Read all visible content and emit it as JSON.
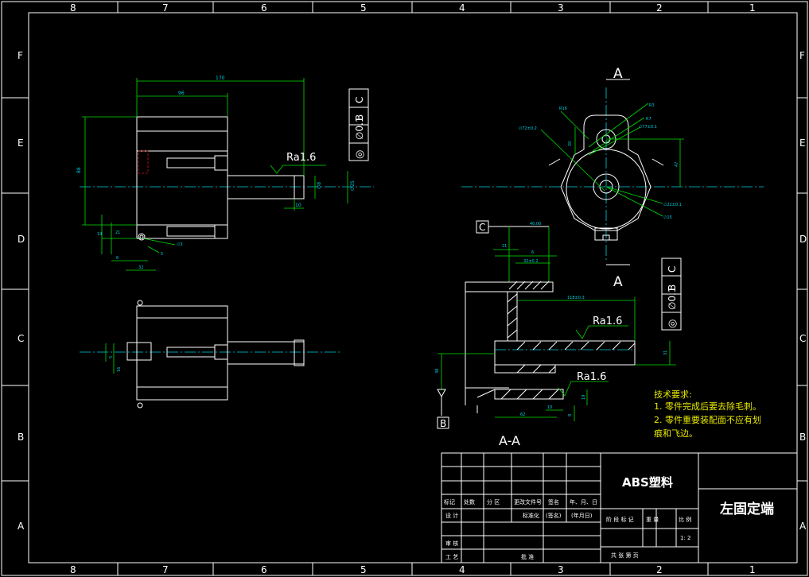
{
  "border": {
    "top_columns": [
      "8",
      "7",
      "6",
      "5",
      "4",
      "3",
      "2",
      "1"
    ],
    "bottom_columns": [
      "8",
      "7",
      "6",
      "5",
      "4",
      "3",
      "2",
      "1"
    ],
    "left_rows": [
      "F",
      "E",
      "D",
      "C",
      "B",
      "A"
    ],
    "right_rows": [
      "F",
      "E",
      "D",
      "C",
      "B",
      "A"
    ]
  },
  "front_view": {
    "dims": {
      "overall_length": "170",
      "body_length": "96",
      "height": "88",
      "roughness": "Ra1.6",
      "shaft_dia": "∅8",
      "shaft_end": "10",
      "small1": "∅25",
      "left_small1": "14",
      "left_small2": "21",
      "left_small3": "6",
      "left_small4": "32",
      "hole": "∅3",
      "slot": "5"
    },
    "tolerance": {
      "symbol": "◎",
      "value": "∅0.1",
      "datum1": "B",
      "datum2": "C"
    }
  },
  "side_view": {
    "dims": {
      "left1": "5",
      "left2": "16"
    }
  },
  "top_view": {
    "section_mark_top": "A",
    "section_mark_bottom": "A",
    "dims": {
      "r16": "R16",
      "r3": "R3",
      "r7": "R7",
      "d77": "∅77±0.1",
      "d72": "∅72±0.2",
      "d22": "∅22±0.1",
      "d15": "∅15",
      "h47": "47",
      "h20": "20"
    }
  },
  "section_view": {
    "title": "A-A",
    "datum_c": "C",
    "datum_b": "B",
    "roughness1": "Ra1.6",
    "roughness2": "Ra1.6",
    "tolerance": {
      "symbol": "◎",
      "value": "∅0.1",
      "datum1": "B",
      "datum2": "C"
    },
    "dims": {
      "d40": "40.00",
      "d21": "21",
      "d6": "6",
      "d32": "32±0.2",
      "d118": "118±0.3",
      "d38": "38",
      "d31": "31",
      "d19": "19",
      "d62": "62",
      "d10": "10",
      "d8": "8"
    }
  },
  "tech_notes": {
    "heading": "技术要求:",
    "lines": [
      "1. 零件完成后要去除毛刺。",
      "2. 零件重要装配面不应有划",
      "痕和飞边。"
    ]
  },
  "title_block": {
    "material": "ABS塑料",
    "part_name": "左固定端",
    "scale": "1: 2",
    "row_labels": [
      "标记",
      "处数",
      "分 区",
      "更改文件号",
      "签名",
      "年、月、日"
    ],
    "row2_labels": [
      "设 计",
      "标准化",
      "(签名)",
      "(年月日)"
    ],
    "stage_labels": [
      "阶 段 标 记",
      "重 量",
      "比 例"
    ],
    "bottom_labels": [
      "审 核",
      "工 艺",
      "批 准"
    ],
    "sheet_label": "共   张  第   页"
  },
  "colors": {
    "outline": "#ffffff",
    "centerline": "#00d0e0",
    "hidden": "#e01010",
    "dimension": "#00e000",
    "note": "#e8e800"
  }
}
